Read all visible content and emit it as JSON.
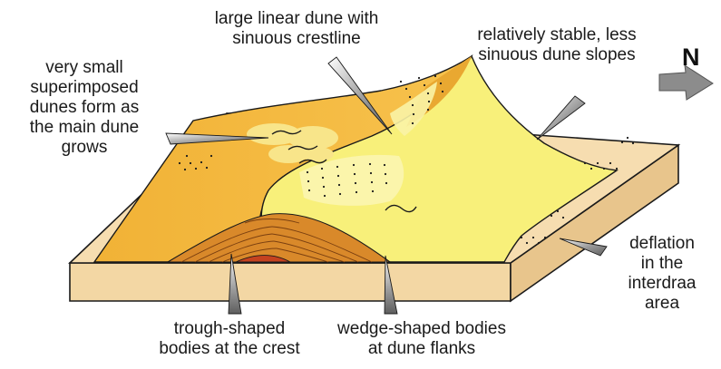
{
  "labels": {
    "small_dunes": [
      "very small",
      "superimposed",
      "dunes form as",
      "the main dune",
      "grows"
    ],
    "linear_dune": [
      "large linear dune with",
      "sinuous crestline"
    ],
    "stable_slopes": [
      "relatively stable, less",
      "sinuous dune slopes"
    ],
    "deflation": [
      "deflation",
      "in the",
      "interdraa",
      "area"
    ],
    "trough": [
      "trough-shaped",
      "bodies at the crest"
    ],
    "wedge": [
      "wedge-shaped bodies",
      "at dune flanks"
    ]
  },
  "north": "N",
  "colors": {
    "interdune_surface": "#f6ddb0",
    "block_front": "#f3d7a4",
    "block_right_side": "#e8c58c",
    "outline": "#1a1a1a",
    "dune_left_slope": "#f3b93a",
    "dune_right_slope": "#f8f07a",
    "crest_slipface": "#e9a831",
    "cross_strata": "#d9892a",
    "trough_core": "#c5421f",
    "label_pointer": "#7f7f7f",
    "north_arrow": "#8c8c8c"
  }
}
